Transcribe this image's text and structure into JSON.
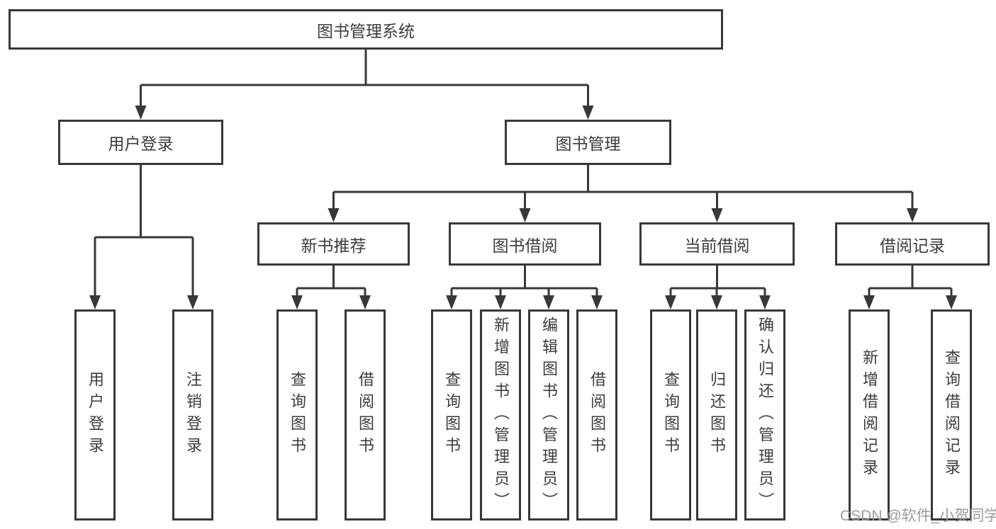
{
  "diagram": {
    "title_note": "functional decomposition diagram of a library management system",
    "root": {
      "label": "图书管理系统"
    },
    "branches": [
      {
        "id": "user-login",
        "label": "用户登录"
      },
      {
        "id": "book-management",
        "label": "图书管理"
      }
    ],
    "categories": [
      {
        "id": "new-book-recommend",
        "label": "新书推荐",
        "parent": "图书管理"
      },
      {
        "id": "book-borrow",
        "label": "图书借阅",
        "parent": "图书管理"
      },
      {
        "id": "current-borrow",
        "label": "当前借阅",
        "parent": "图书管理"
      },
      {
        "id": "borrow-records",
        "label": "借阅记录",
        "parent": "图书管理"
      }
    ],
    "leaves": [
      {
        "label": "用户登录",
        "parent": "用户登录"
      },
      {
        "label": "注销登录",
        "parent": "用户登录"
      },
      {
        "label": "查询图书",
        "parent": "新书推荐"
      },
      {
        "label": "借阅图书",
        "parent": "新书推荐"
      },
      {
        "label": "查询图书",
        "parent": "图书借阅"
      },
      {
        "label": "新增图书（管理员）",
        "parent": "图书借阅"
      },
      {
        "label": "编辑图书（管理员）",
        "parent": "图书借阅"
      },
      {
        "label": "借阅图书",
        "parent": "图书借阅"
      },
      {
        "label": "查询图书",
        "parent": "当前借阅"
      },
      {
        "label": "归还图书",
        "parent": "当前借阅"
      },
      {
        "label": "确认归还（管理员）",
        "parent": "当前借阅"
      },
      {
        "label": "新增借阅记录",
        "parent": "借阅记录"
      },
      {
        "label": "查询借阅记录",
        "parent": "借阅记录"
      }
    ],
    "colors": {
      "line": "#383838",
      "text": "#3c3c3c",
      "background": "#ffffff",
      "watermark_text": "#9b9b9b"
    }
  },
  "watermark": {
    "text": "CSDN @软件_小贺同学"
  }
}
